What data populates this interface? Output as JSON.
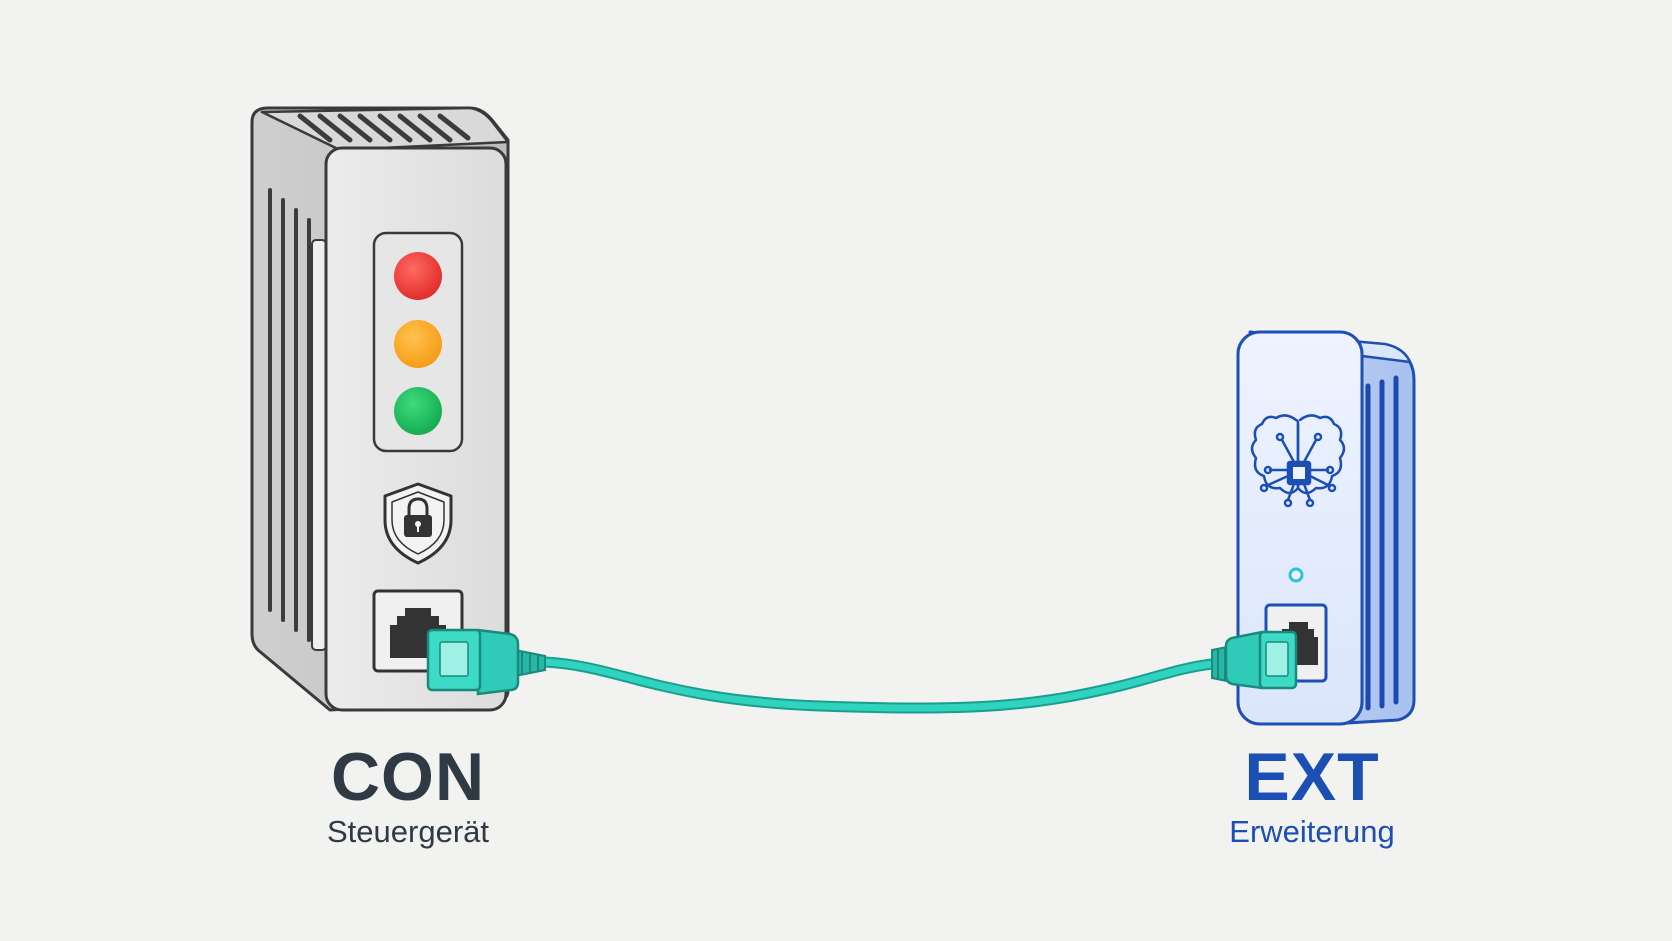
{
  "colors": {
    "background": "#f2f2f1",
    "con_accent": "#2f3a44",
    "ext_accent": "#1c4fb3",
    "cable": "#2fd3bf",
    "led_red": "#ef3b36",
    "led_amber": "#f7a823",
    "led_green": "#1fbf5f",
    "status_dot": "#27c6e0"
  },
  "devices": {
    "con": {
      "title": "CON",
      "subtitle": "Steuergerät",
      "leds": [
        "red",
        "amber",
        "green"
      ],
      "icons": [
        "shield-lock-icon",
        "ethernet-port-icon"
      ]
    },
    "ext": {
      "title": "EXT",
      "subtitle": "Erweiterung",
      "icons": [
        "brain-chip-icon",
        "status-dot-icon",
        "ethernet-port-icon"
      ]
    }
  },
  "connection": {
    "type": "ethernet-cable",
    "from": "con",
    "to": "ext"
  }
}
